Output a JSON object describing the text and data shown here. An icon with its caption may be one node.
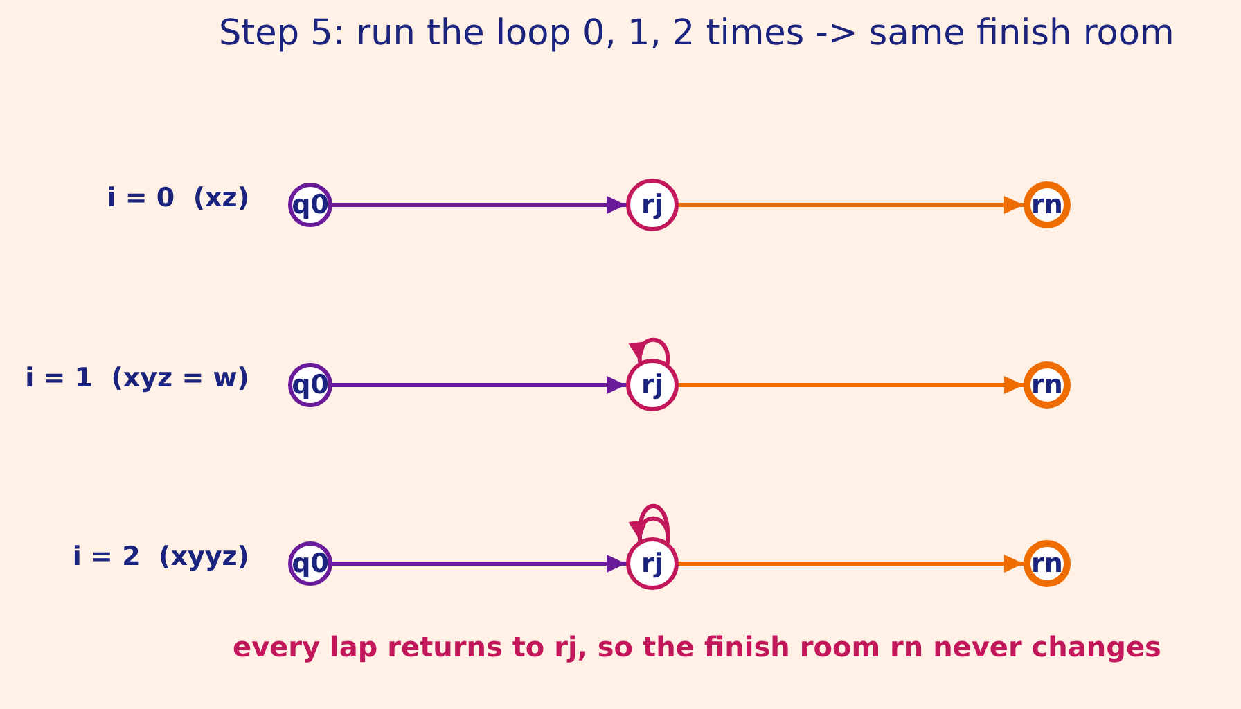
{
  "diagram": {
    "title": "Step 5: run the loop 0, 1, 2 times -> same finish room",
    "caption": "every lap returns to rj, so the finish room rn never changes",
    "nodes": [
      {
        "text": [
          "q0"
        ],
        "beside": [
          "i = 0  (xz)"
        ]
      },
      {
        "text": [
          "rj"
        ]
      },
      {
        "text": [
          "rn"
        ]
      },
      {
        "text": [
          "q0"
        ],
        "beside": [
          "i = 1  (xyz = w)"
        ]
      },
      {
        "text": [
          "rj"
        ]
      },
      {
        "text": [
          "rn"
        ]
      },
      {
        "text": [
          "q0"
        ],
        "beside": [
          "i = 2  (xyyz)"
        ]
      },
      {
        "text": [
          "rj"
        ]
      },
      {
        "text": [
          "rn"
        ]
      }
    ],
    "edges": [
      {
        "from": 0,
        "to": 1,
        "arrow": "to",
        "color": "#6a1b9a"
      },
      {
        "from": 1,
        "to": 2,
        "arrow": "to",
        "color": "#ef6c00"
      },
      {
        "from": 3,
        "to": 4,
        "arrow": "to",
        "color": "#6a1b9a"
      },
      {
        "from": 4,
        "to": 5,
        "arrow": "to",
        "color": "#ef6c00"
      },
      {
        "from": 4,
        "to": 4,
        "arrow": "to",
        "color": "#c2185b"
      },
      {
        "from": 6,
        "to": 7,
        "arrow": "to",
        "color": "#6a1b9a"
      },
      {
        "from": 7,
        "to": 8,
        "arrow": "to",
        "color": "#ef6c00"
      },
      {
        "from": 7,
        "to": 7,
        "arrow": "to",
        "color": "#c2185b"
      },
      {
        "from": 7,
        "to": 7,
        "arrow": "to",
        "color": "#c2185b"
      }
    ]
  }
}
